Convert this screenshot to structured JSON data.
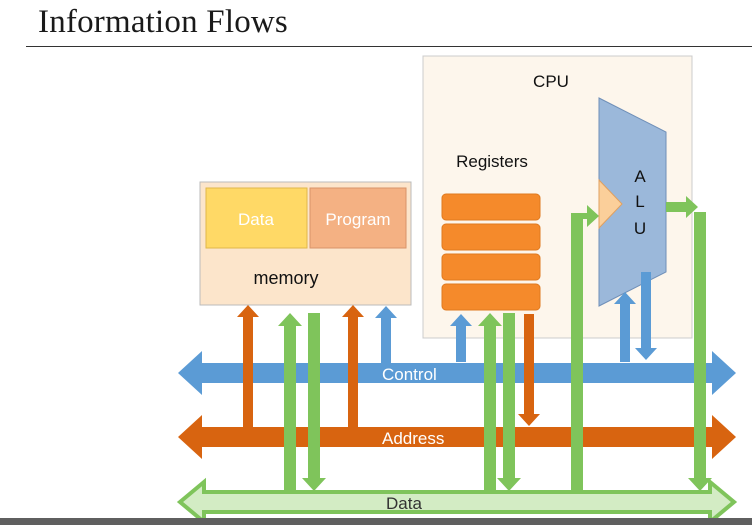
{
  "slide": {
    "title": "Information Flows"
  },
  "cpu": {
    "label": "CPU",
    "registers_label": "Registers",
    "alu_letters": [
      "A",
      "L",
      "U"
    ],
    "register_count": 4
  },
  "memory": {
    "label": "memory",
    "data_label": "Data",
    "program_label": "Program"
  },
  "buses": {
    "control": {
      "label": "Control",
      "color": "#5b9bd5"
    },
    "address": {
      "label": "Address",
      "color": "#d86410"
    },
    "data": {
      "label": "Data",
      "color": "#7fc45b"
    }
  },
  "colors": {
    "cpu_fill": "#fdf6ec",
    "memory_fill": "#fce5cb",
    "memory_data_fill": "#ffd966",
    "memory_program_fill": "#f4b183",
    "register_fill": "#f58a2b",
    "alu_fill": "#9bb8da",
    "alu_triangle": "#fbcf9a"
  }
}
